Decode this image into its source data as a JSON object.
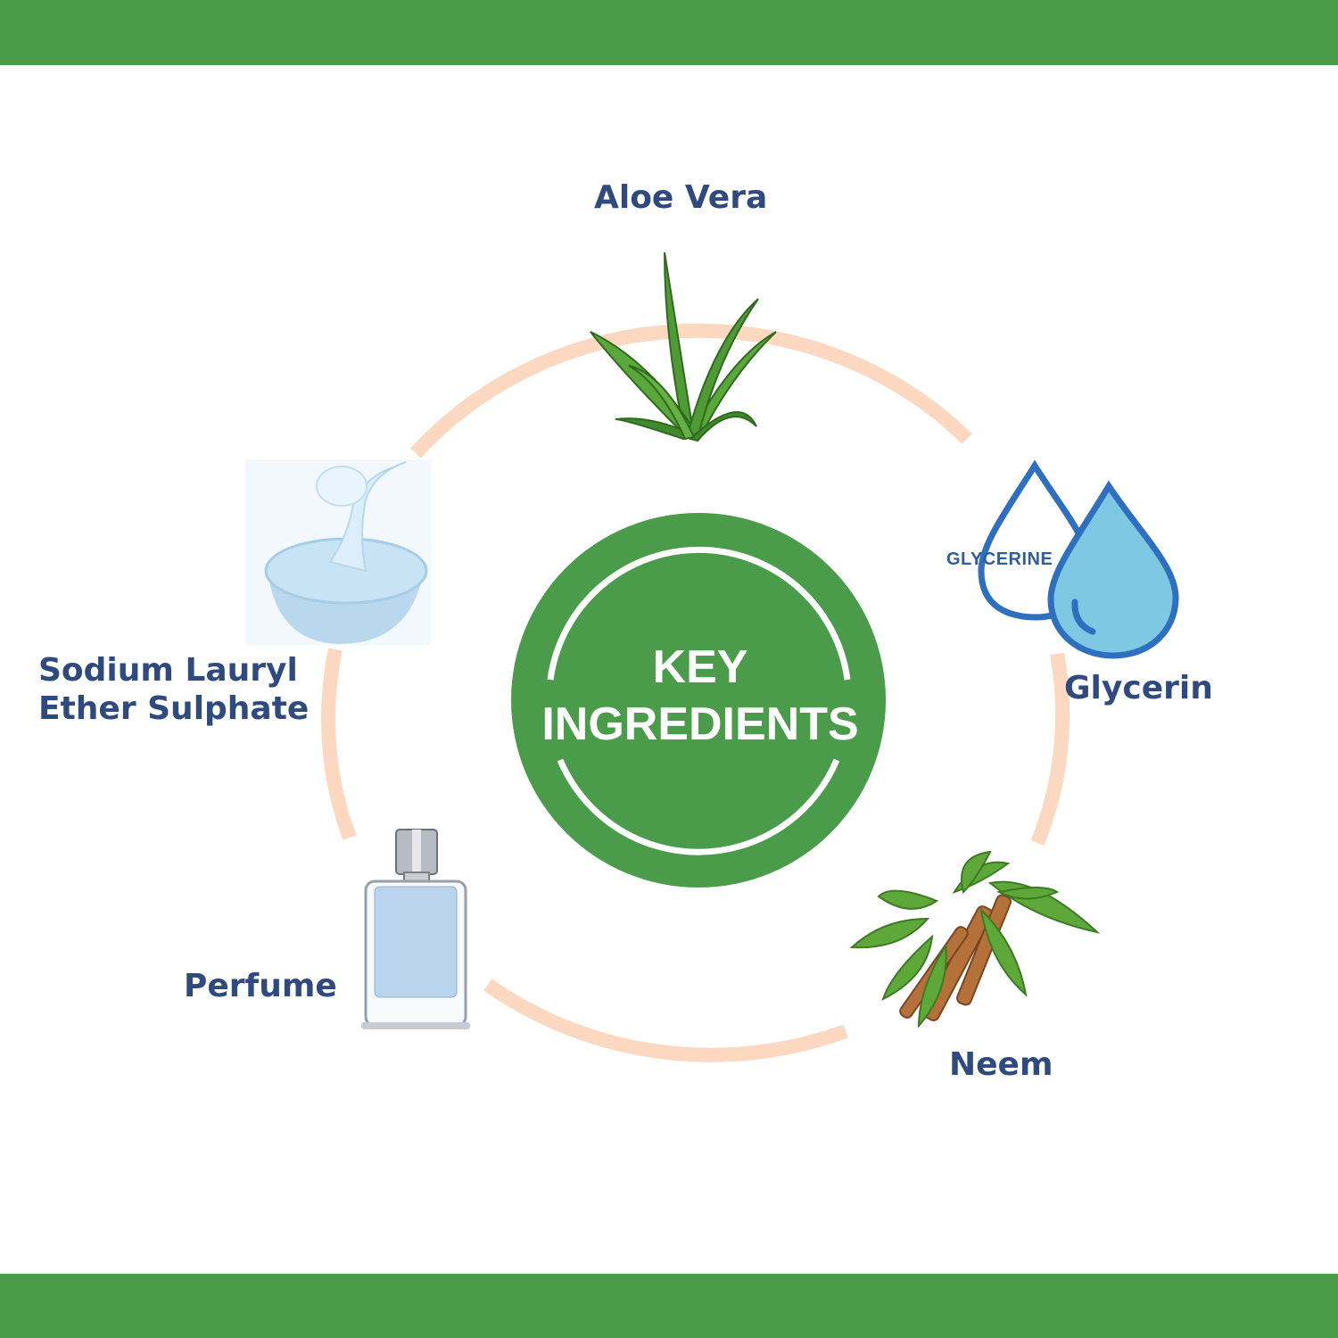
{
  "diagram": {
    "center": {
      "line1": "KEY",
      "line2": "INGREDIENTS"
    },
    "ingredients": [
      {
        "label": "Aloe Vera",
        "icon": "aloe-vera-plant-icon"
      },
      {
        "label": "Glycerin",
        "icon": "glycerine-drops-icon",
        "icon_text": "GLYCERINE"
      },
      {
        "label": "Neem",
        "icon": "neem-leaves-icon"
      },
      {
        "label": "Perfume",
        "icon": "perfume-bottle-icon"
      },
      {
        "label_line1": "Sodium Lauryl",
        "label_line2": "Ether Sulphate",
        "icon": "gel-bowl-icon"
      }
    ]
  },
  "colors": {
    "band": "#4a9c4a",
    "center_fill": "#4a9c4a",
    "ring": "#fbd8bf",
    "label_text": "#2f4a7f"
  }
}
